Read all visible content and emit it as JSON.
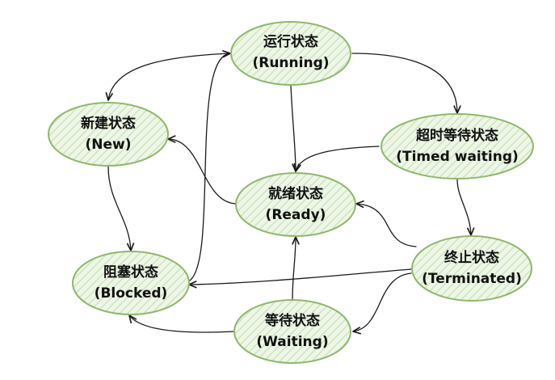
{
  "diagram": {
    "title": "",
    "colors": {
      "node_fill": "#eaf4e2",
      "node_border": "#8fb86b",
      "hatch": "#cfe3bf",
      "edge": "#1a1a1a",
      "text": "#111111"
    },
    "nodes": {
      "running": {
        "line1": "运行状态",
        "line2": "(Running)"
      },
      "new": {
        "line1": "新建状态",
        "line2": "(New)"
      },
      "timed": {
        "line1": "超时等待状态",
        "line2": "(Timed waiting)"
      },
      "ready": {
        "line1": "就绪状态",
        "line2": "(Ready)"
      },
      "blocked": {
        "line1": "阻塞状态",
        "line2": "(Blocked)"
      },
      "terminated": {
        "line1": "终止状态",
        "line2": "(Terminated)"
      },
      "waiting": {
        "line1": "等待状态",
        "line2": "(Waiting)"
      }
    },
    "edges": [
      {
        "from": "running",
        "to": "new"
      },
      {
        "from": "running",
        "to": "timed"
      },
      {
        "from": "running",
        "to": "ready"
      },
      {
        "from": "timed",
        "to": "ready"
      },
      {
        "from": "timed",
        "to": "terminated"
      },
      {
        "from": "new",
        "to": "blocked"
      },
      {
        "from": "ready",
        "to": "new"
      },
      {
        "from": "blocked",
        "to": "running"
      },
      {
        "from": "terminated",
        "to": "ready"
      },
      {
        "from": "terminated",
        "to": "blocked"
      },
      {
        "from": "terminated",
        "to": "waiting"
      },
      {
        "from": "waiting",
        "to": "ready"
      },
      {
        "from": "waiting",
        "to": "blocked"
      }
    ]
  }
}
